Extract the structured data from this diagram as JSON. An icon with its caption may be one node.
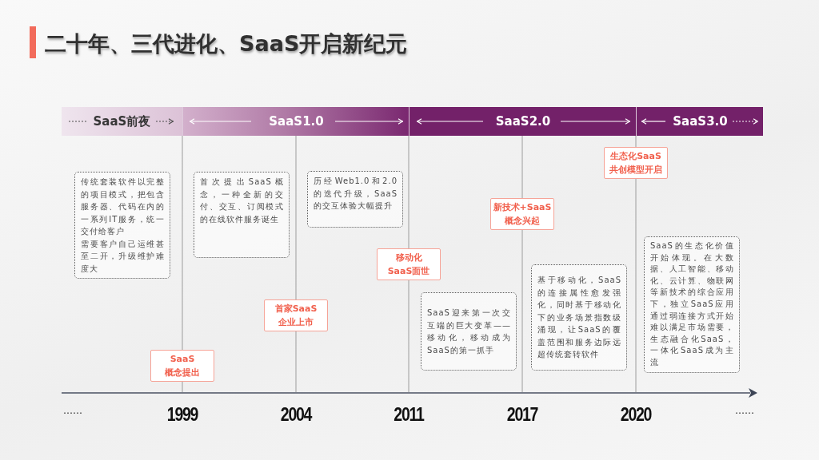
{
  "diagram": {
    "title": "二十年、三代进化、SaaS开启新纪元",
    "nodes": [
      {
        "text": [
          "SaaS前夜"
        ]
      },
      {
        "text": [
          "SaaS1.0"
        ]
      },
      {
        "text": [
          "SaaS2.0"
        ]
      },
      {
        "text": [
          "SaaS3.0"
        ]
      },
      {
        "text": [
          "传统套装软件以完整的项目模式，把包含服务器、代码在内的一系列IT服务，统一交付给客户",
          "需要客户自己运维甚至二开，升级维护难度大"
        ]
      },
      {
        "text": [
          "SaaS 概念提出"
        ]
      },
      {
        "text": [
          "首次提出SaaS概念，一种全新的交付、交互、订阅模式的在线软件服务诞生"
        ]
      },
      {
        "text": [
          "首家SaaS企业上市"
        ]
      },
      {
        "text": [
          "历经Web1.0和2.0的迭代升级，SaaS的交互体验大幅提升"
        ]
      },
      {
        "text": [
          "移动化SaaS面世"
        ]
      },
      {
        "text": [
          "SaaS迎来第一次交互端的巨大变革——移动化，移动成为SaaS的第一抓手"
        ]
      },
      {
        "text": [
          "新技术+SaaS概念兴起"
        ]
      },
      {
        "text": [
          "基于移动化，SaaS的连接属性愈发强化，同时基于移动化下的业务场景指数级涌现，让SaaS的覆盖范围和服务边际远超传统套转软件"
        ]
      },
      {
        "text": [
          "生态化SaaS共创模型开启"
        ]
      },
      {
        "text": [
          "SaaS的生态化价值开始体现。在大数据、人工智能、移动化、云计算、物联网等新技术的综合应用下，独立SaaS应用通过弱连接方式开始难以满足市场需要，生态融合化SaaS，一体化SaaS成为主流"
        ]
      }
    ],
    "labels": [
      "……",
      "1999",
      "2004",
      "2011",
      "2017",
      "2020",
      "……"
    ]
  }
}
